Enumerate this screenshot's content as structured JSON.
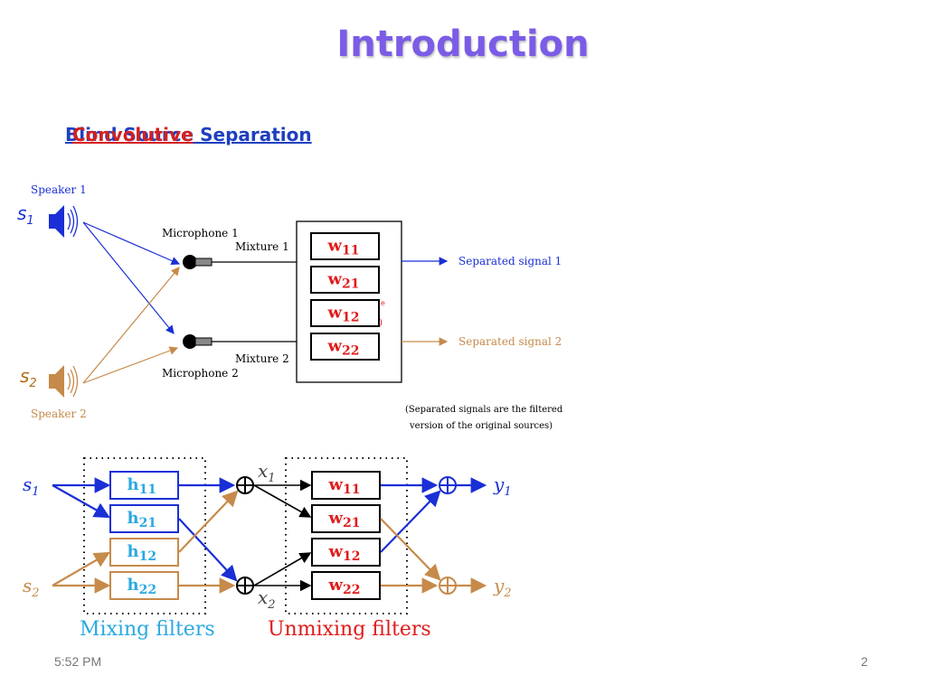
{
  "slide": {
    "title": "Introduction",
    "subtitle_back": "Blind Source Separation",
    "subtitle_front": "Convolutive",
    "time": "5:52 PM",
    "page_number": "2"
  },
  "top_diagram": {
    "speaker1": "Speaker 1",
    "speaker2": "Speaker 2",
    "s1": "s",
    "s1_sub": "1",
    "s2": "s",
    "s2_sub": "2",
    "mic1": "Microphone 1",
    "mic2": "Microphone 2",
    "mix1": "Mixture 1",
    "mix2": "Mixture 2",
    "w_boxes": [
      {
        "base": "w",
        "sub": "11"
      },
      {
        "base": "w",
        "sub": "21"
      },
      {
        "base": "w",
        "sub": "12"
      },
      {
        "base": "w",
        "sub": "22"
      }
    ],
    "sep1": "Separated signal 1",
    "sep2": "Separated signal 2",
    "note_line1": "(Separated signals are the filtered",
    "note_line2": "version of the original sources)"
  },
  "bottom_diagram": {
    "s1": "s",
    "s1_sub": "1",
    "s2": "s",
    "s2_sub": "2",
    "x1": "x",
    "x1_sub": "1",
    "x2": "x",
    "x2_sub": "2",
    "y1": "y",
    "y1_sub": "1",
    "y2": "y",
    "y2_sub": "2",
    "h_boxes": [
      {
        "base": "h",
        "sub": "11"
      },
      {
        "base": "h",
        "sub": "21"
      },
      {
        "base": "h",
        "sub": "12"
      },
      {
        "base": "h",
        "sub": "22"
      }
    ],
    "w_boxes": [
      {
        "base": "w",
        "sub": "11"
      },
      {
        "base": "w",
        "sub": "21"
      },
      {
        "base": "w",
        "sub": "12"
      },
      {
        "base": "w",
        "sub": "22"
      }
    ],
    "mixing_label": "Mixing filters",
    "unmixing_label": "Unmixing filters"
  },
  "colors": {
    "blue": "#1a2fd6",
    "brown": "#c68a4a",
    "red": "#e01b1b",
    "cyan": "#2aa8e0",
    "title": "#7b5ce6"
  }
}
